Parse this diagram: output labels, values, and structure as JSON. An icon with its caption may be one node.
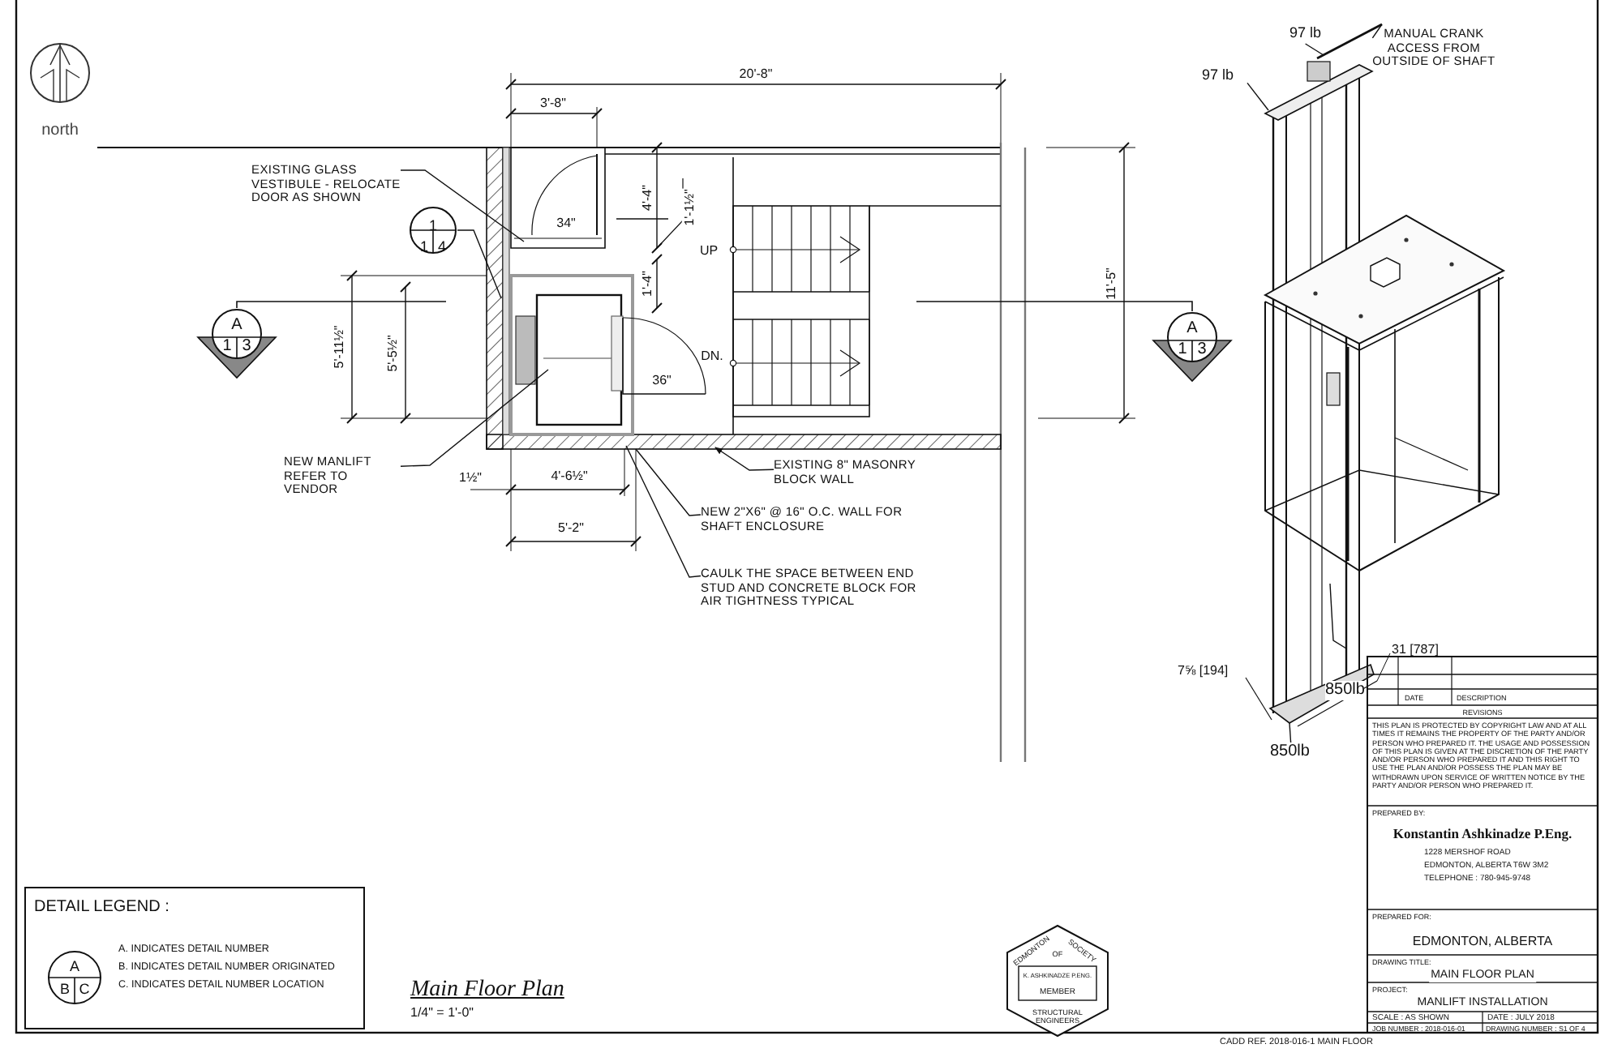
{
  "diagram": {
    "title": "Main Floor Plan",
    "nodes": [
      {
        "text": [
          "EXISTING GLASS VESTIBULE - RELOCATE DOOR AS SHOWN"
        ]
      },
      {
        "text": [
          "1",
          "1",
          "4"
        ]
      },
      {
        "text": [
          "A",
          "1",
          "3"
        ]
      },
      {
        "text": [
          "A",
          "1",
          "3"
        ]
      },
      {
        "text": [
          "NEW MANLIFT REFER TO VENDOR"
        ]
      },
      {
        "text": [
          "EXISTING 8\" MASONRY BLOCK WALL"
        ]
      },
      {
        "text": [
          "NEW 2\"X6\" @ 16\" O.C. WALL FOR SHAFT ENCLOSURE"
        ]
      },
      {
        "text": [
          "CAULK THE SPACE BETWEEN END STUD AND CONCRETE BLOCK FOR AIR TIGHTNESS TYPICAL"
        ]
      },
      {
        "text": [
          "97 lb"
        ],
        "in": 15
      },
      {
        "text": [
          "MANUAL CRANK ACCESS FROM OUTSIDE OF SHAFT"
        ],
        "in": 15
      },
      {
        "text": [
          "97 lb"
        ]
      },
      {
        "text": [
          "850lb"
        ]
      },
      {
        "text": [
          "DETAIL LEGEND :",
          "A. INDICATES DETAIL NUMBER",
          "B. INDICATES DETAIL NUMBER ORIGINATED",
          "C. INDICATES DETAIL NUMBER LOCATION"
        ]
      },
      {
        "text": [
          "A",
          "B",
          "C"
        ],
        "in": 12
      },
      {
        "text": [
          "EDMONTON",
          "SOCIETY",
          "OF",
          "K. ASHKINADZE P.ENG.",
          "MEMBER",
          "STRUCTURAL ENGINEERS"
        ]
      },
      {
        "text": [],
        "shape": "picture"
      }
    ],
    "edges": [
      {
        "from": 0,
        "to": null,
        "arrow": "none"
      },
      {
        "from": 1,
        "to": null,
        "arrow": "none"
      },
      {
        "from": 4,
        "to": null,
        "arrow": "none"
      },
      {
        "from": 5,
        "to": null,
        "arrow": "to"
      },
      {
        "from": 6,
        "to": null,
        "arrow": "none"
      },
      {
        "from": 7,
        "to": null,
        "arrow": "none"
      },
      {
        "from": 8,
        "to": 15,
        "arrow": "none"
      },
      {
        "from": 9,
        "to": 15,
        "arrow": "none"
      },
      {
        "from": 10,
        "to": 15,
        "arrow": "none"
      },
      {
        "from": 11,
        "to": 15,
        "arrow": "none"
      }
    ],
    "labels": [
      "north",
      "20'-8\"",
      "3'-8\"",
      "4'-4\"",
      "1'-1½\"",
      "34\"",
      "UP",
      "1'-4\"",
      "5'-11½\"",
      "5'-5½\"",
      "DN.",
      "36\"",
      "11'-5\"",
      "1½\"",
      "4'-6½\"",
      "5'-2\"",
      "31 [787]",
      "7⅝ [194]",
      "850lb",
      "DATE",
      "DESCRIPTION",
      "REVISIONS",
      "THIS PLAN IS PROTECTED BY COPYRIGHT LAW AND AT ALL TIMES IT REMAINS THE PROPERTY OF THE PARTY AND/OR PERSON WHO PREPARED IT. THE USAGE AND POSSESSION OF THIS PLAN IS GIVEN AT THE DISCRETION OF THE PARTY AND/OR PERSON WHO PREPARED IT AND THIS RIGHT TO USE THE PLAN AND/OR POSSESS THE PLAN MAY BE WITHDRAWN UPON SERVICE OF WRITTEN NOTICE BY THE PARTY AND/OR PERSON WHO PREPARED IT.",
      "PREPARED BY:",
      "Konstantin Ashkinadze P.Eng.",
      "1228 MERSHOF ROAD",
      "EDMONTON, ALBERTA T6W 3M2",
      "TELEPHONE : 780-945-9748",
      "PREPARED FOR:",
      "EDMONTON, ALBERTA",
      "DRAWING TITLE:",
      "MAIN FLOOR PLAN",
      "PROJECT:",
      "MANLIFT INSTALLATION",
      "SCALE : AS SHOWN",
      "DATE : JULY 2018",
      "JOB NUMBER : 2018-016-01",
      "DRAWING NUMBER : S1 OF 4",
      "1/4\" = 1'-0\"",
      "CADD REF. 2018-016-1 MAIN FLOOR"
    ]
  }
}
